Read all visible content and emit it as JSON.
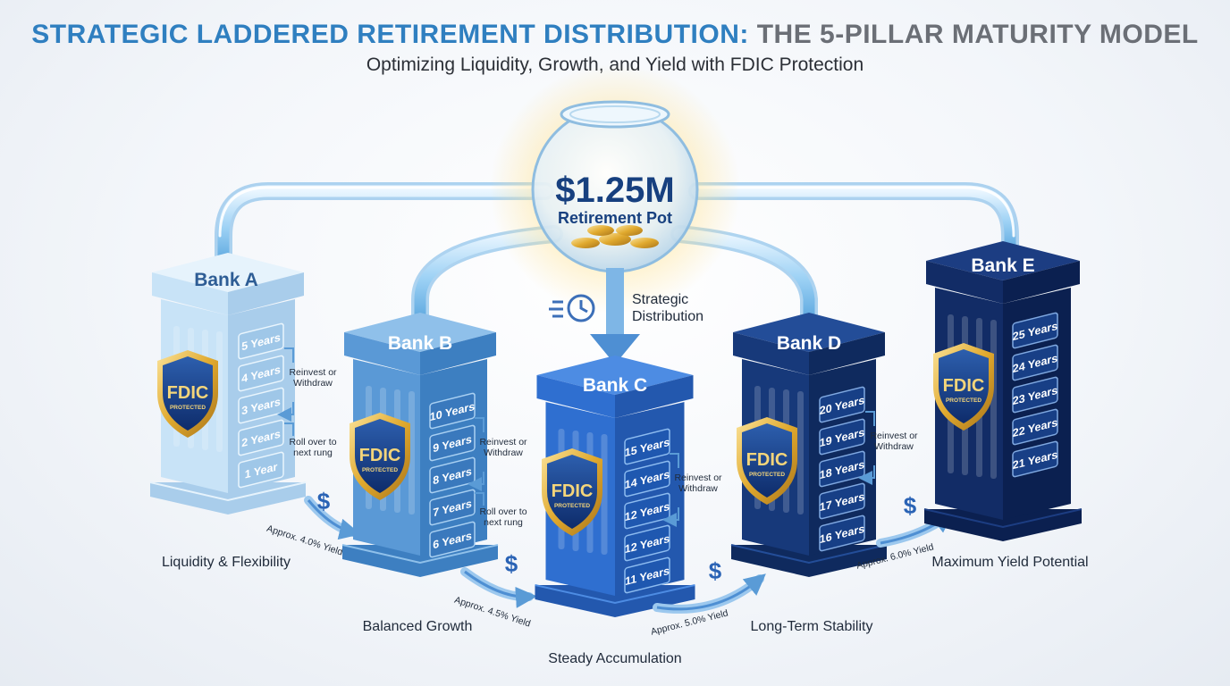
{
  "header": {
    "title_part1": "STRATEGIC LADDERED RETIREMENT DISTRIBUTION:",
    "title_part2": "THE 5-PILLAR MATURITY MODEL",
    "subtitle": "Optimizing Liquidity, Growth, and Yield with FDIC Protection"
  },
  "pot": {
    "amount": "$1.25M",
    "label": "Retirement Pot"
  },
  "center_label": {
    "line1": "Strategic",
    "line2": "Distribution"
  },
  "badge": {
    "line1": "FDIC",
    "line2": "PROTECTED"
  },
  "banks": [
    {
      "name": "Bank A",
      "rungs": [
        "5 Years",
        "4 Years",
        "3 Years",
        "2 Years",
        "1 Year"
      ],
      "caption": "Liquidity & Flexibility",
      "yield": "Approx. 4.0% Yield",
      "side1": [
        "Reinvest or",
        "Withdraw"
      ],
      "side2": [
        "Roll over to",
        "next rung"
      ]
    },
    {
      "name": "Bank B",
      "rungs": [
        "10 Years",
        "9 Years",
        "8 Years",
        "7 Years",
        "6 Years"
      ],
      "caption": "Balanced Growth",
      "yield": "Approx. 4.5% Yield",
      "side1": [
        "Reinvest or",
        "Withdraw"
      ],
      "side2": [
        "Roll over to",
        "next rung"
      ]
    },
    {
      "name": "Bank C",
      "rungs": [
        "15 Years",
        "14 Years",
        "12 Years",
        "12 Years",
        "11 Years"
      ],
      "caption": "Steady Accumulation",
      "yield": "Approx. 5.0% Yield",
      "side1": [
        "Reinvest or",
        "Withdraw"
      ],
      "side2": []
    },
    {
      "name": "Bank D",
      "rungs": [
        "20 Years",
        "19 Years",
        "18 Years",
        "17 Years",
        "16 Years"
      ],
      "caption": "Long-Term Stability",
      "yield": "Approx. 6.0% Yield",
      "side1": [
        "Reinvest or",
        "Withdraw"
      ],
      "side2": []
    },
    {
      "name": "Bank E",
      "rungs": [
        "25 Years",
        "24 Years",
        "23 Years",
        "22 Years",
        "21 Years"
      ],
      "caption": "Maximum Yield Potential",
      "yield": "",
      "side1": [],
      "side2": []
    }
  ],
  "colors": {
    "title_blue": "#2f7fc0",
    "title_gray": "#6b6f76",
    "gold": "#e8b43a"
  }
}
